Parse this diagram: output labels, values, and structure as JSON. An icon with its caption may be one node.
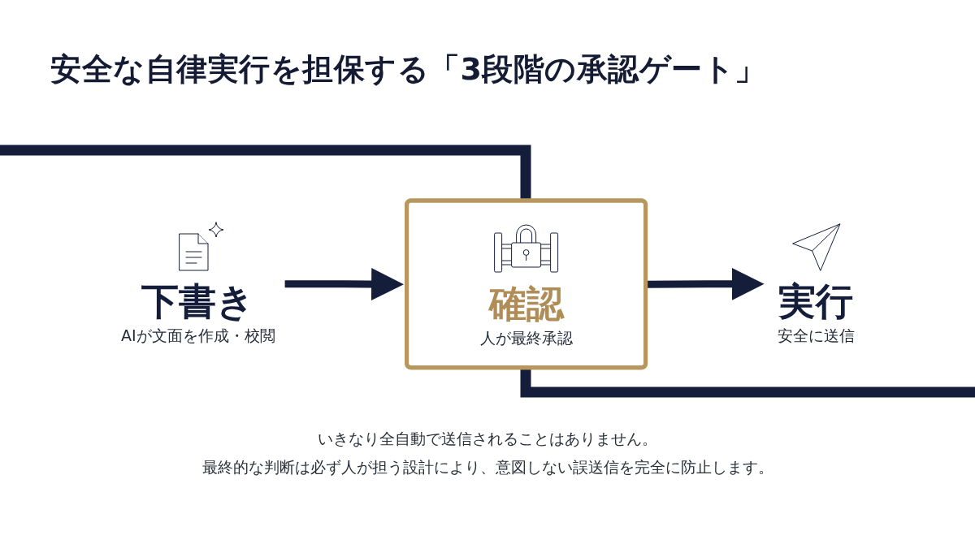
{
  "diagram": {
    "title": "安全な自律実行を担保する「3段階の承認ゲート」",
    "nodes": [
      {
        "text": [
          "下書き",
          "AIが文面を作成・校閲"
        ]
      },
      {
        "text": [
          "確認",
          "人が最終承認"
        ]
      },
      {
        "text": [
          "実行",
          "安全に送信"
        ]
      }
    ],
    "edges": [
      {
        "from": 0,
        "to": 1,
        "arrow": "to"
      },
      {
        "from": 1,
        "to": 2,
        "arrow": "to"
      }
    ],
    "labels": [
      "いきなり全自動で送信されることはありません。",
      "最終的な判断は必ず人が担う設計により、意図しない誤送信を完全に防止します。"
    ]
  }
}
